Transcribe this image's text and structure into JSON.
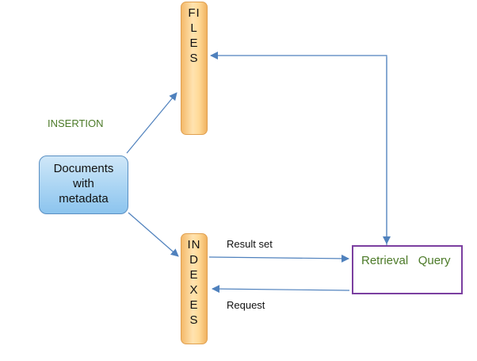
{
  "files_bar": {
    "letters": [
      "FI",
      "L",
      "E",
      "S"
    ]
  },
  "indexes_bar": {
    "letters": [
      "IN",
      "D",
      "E",
      "X",
      "E",
      "S"
    ]
  },
  "documents_box": {
    "lines": [
      "Documents",
      "with",
      "metadata"
    ]
  },
  "retrieval_box": {
    "text": "Retrieval   Query"
  },
  "labels": {
    "insertion": "INSERTION",
    "result_set": "Result set",
    "request": "Request"
  },
  "colors": {
    "arrow": "#4f81bd",
    "bar_orange": "#f4b96a",
    "docs_blue": "#a9d4f3",
    "retrieval_border": "#7b3fa0",
    "green_text": "#4c7a28"
  }
}
